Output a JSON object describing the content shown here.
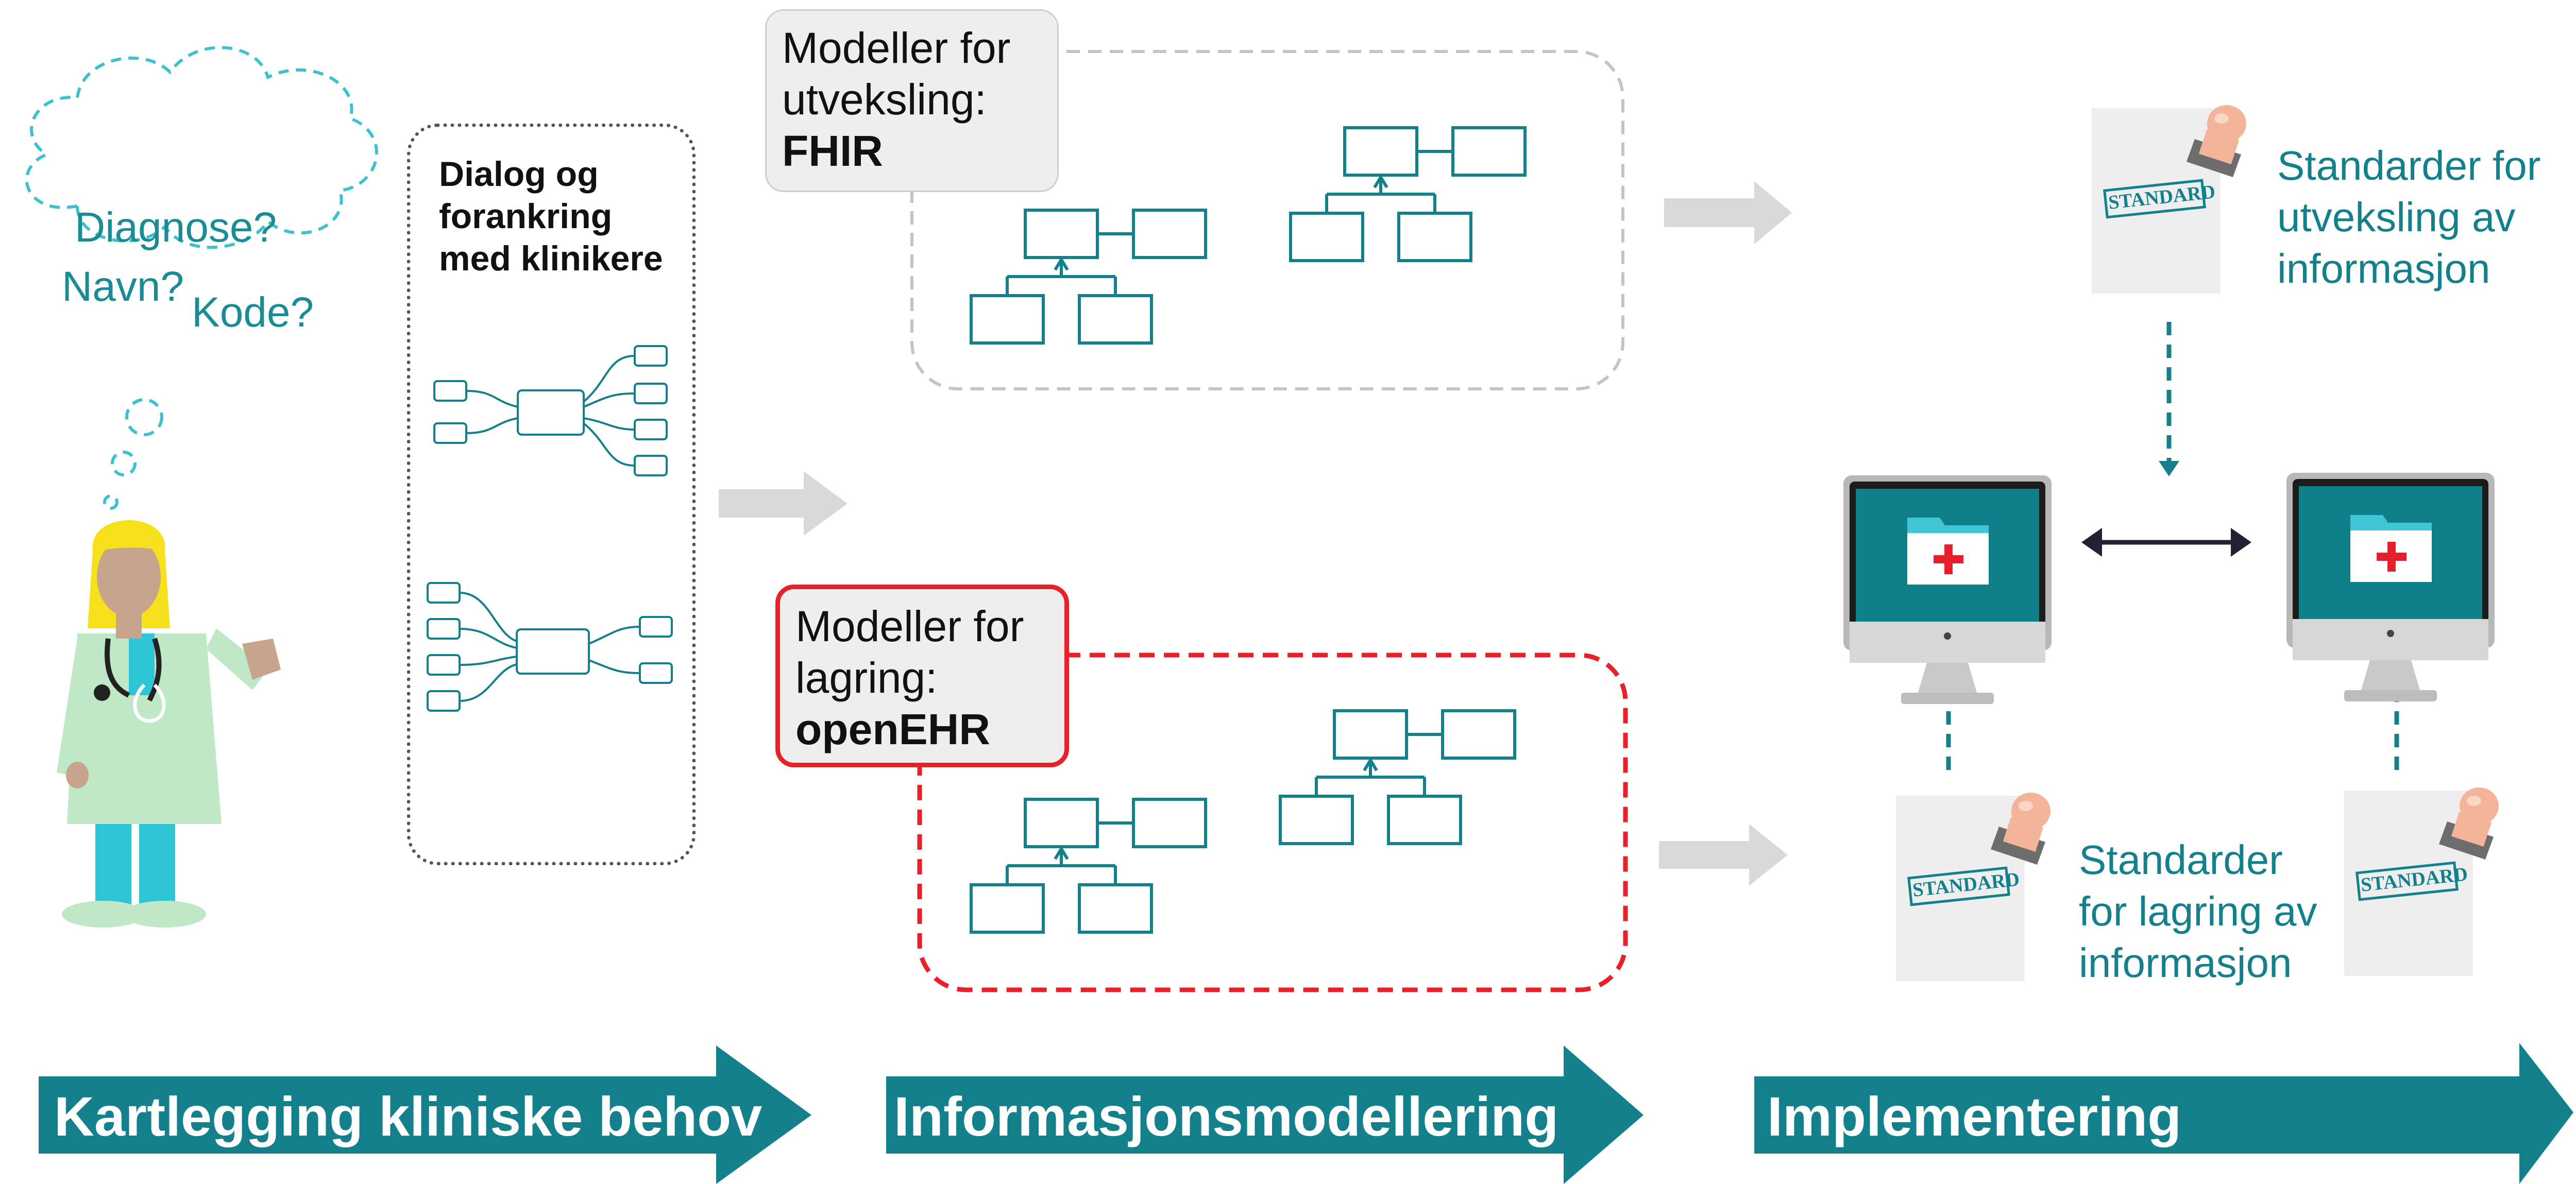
{
  "thought_bubble": {
    "words": [
      "Diagnose?",
      "Navn?",
      "Kode?"
    ]
  },
  "dialog": {
    "title": "Dialog og forankring med klinikere"
  },
  "exchange_models": {
    "line1": "Modeller for",
    "line2": "utveksling:",
    "standard": "FHIR"
  },
  "storage_models": {
    "line1": "Modeller for",
    "line2": "lagring:",
    "standard": "openEHR"
  },
  "stamp_text": "STANDARD",
  "exchange_standards": {
    "lines": [
      "Standarder for",
      "utveksling av",
      "informasjon"
    ]
  },
  "storage_standards": {
    "lines": [
      "Standarder",
      "for lagring av",
      "informasjon"
    ]
  },
  "steps": [
    "Kartlegging kliniske behov",
    "Informasjonsmodellering",
    "Implementering"
  ],
  "colors": {
    "teal": "#13808c",
    "red": "#e8202a",
    "arrow_grey": "#d9d9d9",
    "label_bg": "#eeeeee"
  }
}
